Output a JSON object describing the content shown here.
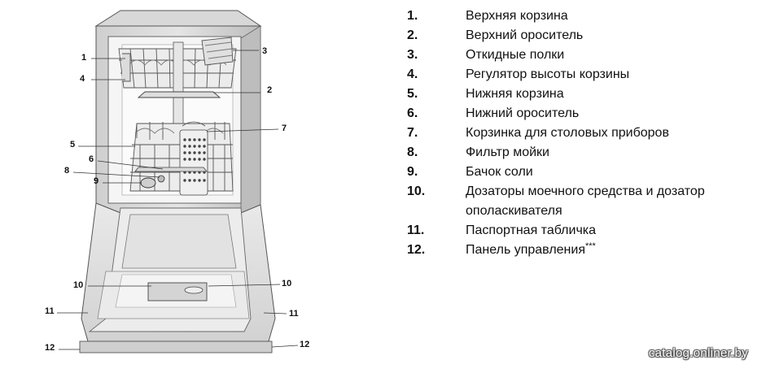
{
  "legend": [
    {
      "num": "1.",
      "text": "Верхняя корзина"
    },
    {
      "num": "2.",
      "text": "Верхний ороситель"
    },
    {
      "num": "3.",
      "text": "Откидные полки"
    },
    {
      "num": "4.",
      "text": "Регулятор высоты корзины"
    },
    {
      "num": "5.",
      "text": "Нижняя корзина"
    },
    {
      "num": "6.",
      "text": "Нижний ороситель"
    },
    {
      "num": "7.",
      "text": "Корзинка для столовых приборов"
    },
    {
      "num": "8.",
      "text": "Фильтр мойки"
    },
    {
      "num": "9.",
      "text": "Бачок соли"
    },
    {
      "num": "10.",
      "text": "Дозаторы моечного средства и дозатор",
      "text2": "ополаскивателя"
    },
    {
      "num": "11.",
      "text": "Паспортная табличка"
    },
    {
      "num": "12.",
      "text": "Панель управления",
      "sup": "***"
    }
  ],
  "callouts": {
    "c1": "1",
    "c2": "2",
    "c3": "3",
    "c4": "4",
    "c5": "5",
    "c6": "6",
    "c7": "7",
    "c8": "8",
    "c9": "9",
    "c10a": "10",
    "c10b": "10",
    "c11a": "11",
    "c11b": "11",
    "c12a": "12",
    "c12b": "12"
  },
  "watermark": "catalog.onliner.by"
}
